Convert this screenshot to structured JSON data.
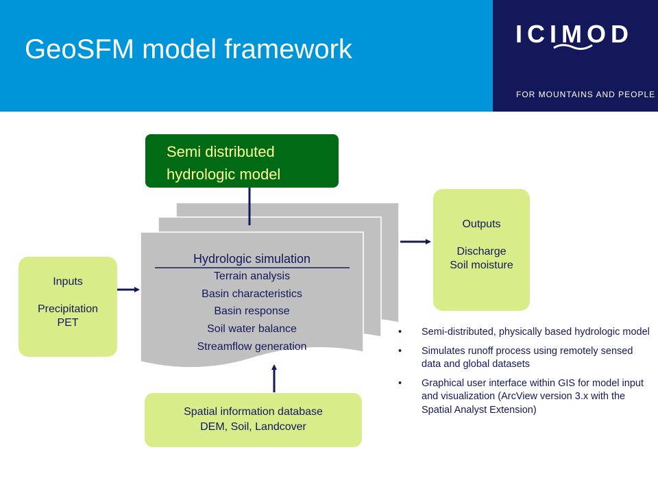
{
  "header": {
    "title": "GeoSFM model framework",
    "logo": "ICIMOD",
    "tagline": "FOR MOUNTAINS AND PEOPLE"
  },
  "diagram": {
    "model_box": {
      "line1": "Semi distributed",
      "line2": "hydrologic model"
    },
    "simulation": {
      "title": "Hydrologic simulation",
      "items": [
        "Terrain analysis",
        "Basin characteristics",
        "Basin response",
        "Soil water balance",
        "Streamflow generation"
      ]
    },
    "inputs": {
      "title": "Inputs",
      "items": [
        "Precipitation",
        "PET"
      ]
    },
    "outputs": {
      "title": "Outputs",
      "items": [
        "Discharge",
        "Soil moisture"
      ]
    },
    "spatial_db": {
      "line1": "Spatial information database",
      "line2": "DEM, Soil, Landcover"
    }
  },
  "bullets": [
    "Semi-distributed, physically based hydrologic model",
    "Simulates runoff process using remotely sensed data and global datasets",
    "Graphical user interface within GIS for model input and visualization (ArcView version 3.x with the Spatial Analyst Extension)"
  ],
  "colors": {
    "header_blue": "#0095d9",
    "header_navy": "#13185a",
    "model_green": "#006b14",
    "box_lime": "#d9ec8a",
    "doc_gray": "#c0c0c0",
    "text_navy": "#13185a"
  }
}
